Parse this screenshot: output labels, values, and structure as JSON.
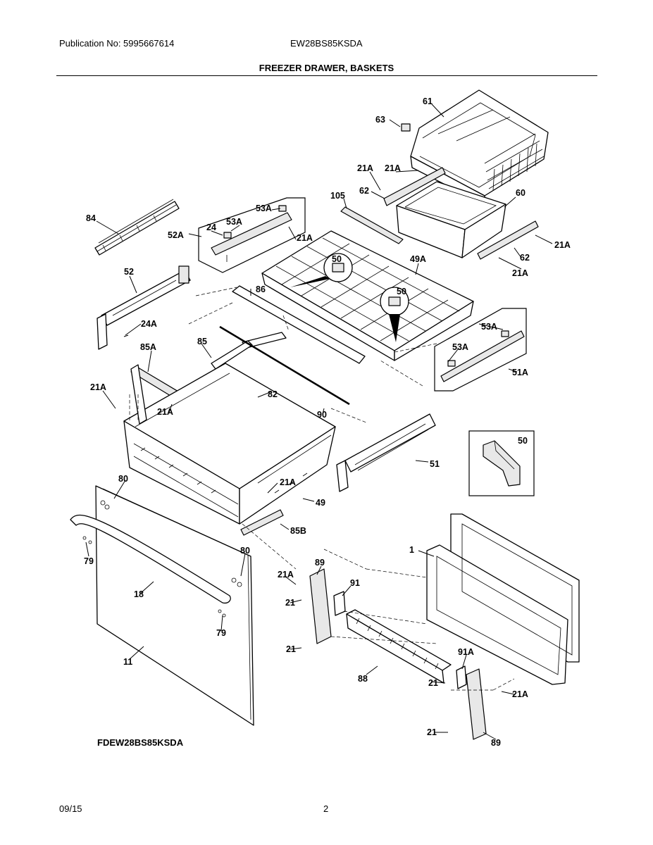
{
  "header": {
    "publication": "Publication No: 5995667614",
    "model": "EW28BS85KSDA",
    "title": "FREEZER DRAWER, BASKETS"
  },
  "footer": {
    "assembly_code": "FDEW28BS85KSDA",
    "date": "09/15",
    "page_number": "2"
  },
  "callouts": {
    "c61": "61",
    "c63": "63",
    "c21a_1": "21A",
    "c21a_2": "21A",
    "c62_top": "62",
    "c105": "105",
    "c60": "60",
    "c21a_3": "21A",
    "c62_right": "62",
    "c21a_4": "21A",
    "c84": "84",
    "c53a_1": "53A",
    "c53a_2": "53A",
    "c24": "24",
    "c52a": "52A",
    "c21a_5": "21A",
    "c50_a": "50",
    "c49a": "49A",
    "c86": "86",
    "c50_b": "50",
    "c52": "52",
    "c24a": "24A",
    "c53a_3": "53A",
    "c53a_4": "53A",
    "c51a": "51A",
    "c85a": "85A",
    "c85": "85",
    "c21a_6": "21A",
    "c82": "82",
    "c21a_7": "21A",
    "c90": "90",
    "c50_c": "50",
    "c51": "51",
    "c80_a": "80",
    "c21a_8": "21A",
    "c49": "49",
    "c85b": "85B",
    "c1": "1",
    "c79_a": "79",
    "c80_b": "80",
    "c18": "18",
    "c79_b": "79",
    "c21a_9": "21A",
    "c89_a": "89",
    "c91": "91",
    "c21_a": "21",
    "c21_b": "21",
    "c11": "11",
    "c91a": "91A",
    "c88": "88",
    "c21_c": "21",
    "c21a_10": "21A",
    "c21_d": "21",
    "c89_b": "89"
  }
}
